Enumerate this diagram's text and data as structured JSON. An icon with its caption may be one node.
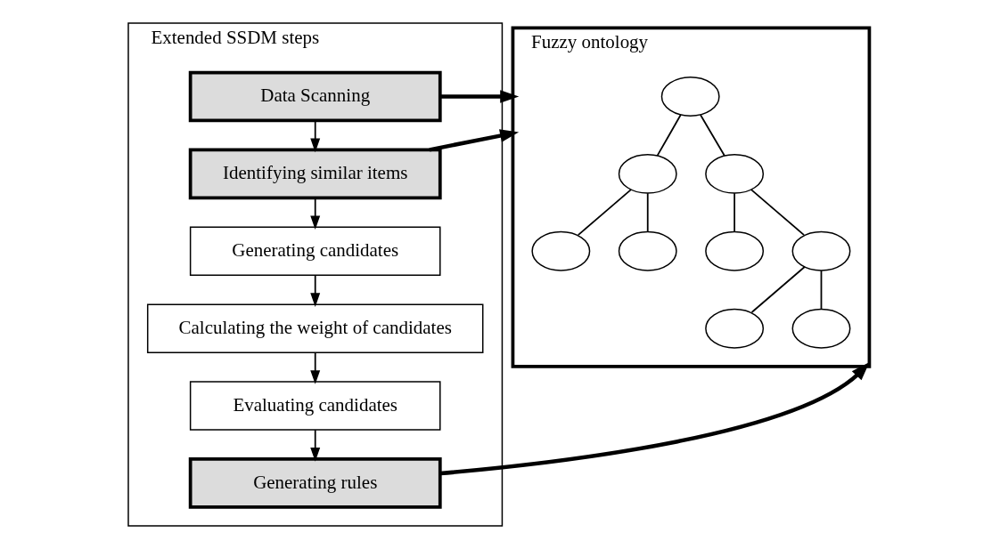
{
  "diagram": {
    "nodes": [
      {
        "text": [
          "Extended SSDM steps"
        ]
      },
      {
        "text": [
          "Data Scanning"
        ],
        "in": 0
      },
      {
        "text": [
          "Identifying similar items"
        ],
        "in": 0
      },
      {
        "text": [
          "Generating candidates"
        ],
        "in": 0
      },
      {
        "text": [
          "Calculating the weight of candidates"
        ],
        "in": 0
      },
      {
        "text": [
          "Evaluating candidates"
        ],
        "in": 0
      },
      {
        "text": [
          "Generating rules"
        ],
        "in": 0
      },
      {
        "text": [
          "Fuzzy ontology"
        ]
      },
      {
        "text": [],
        "shape": "ellipse",
        "in": 7
      },
      {
        "text": [],
        "shape": "ellipse",
        "in": 7
      },
      {
        "text": [],
        "shape": "ellipse",
        "in": 7
      },
      {
        "text": [],
        "shape": "ellipse",
        "in": 7
      },
      {
        "text": [],
        "shape": "ellipse",
        "in": 7
      },
      {
        "text": [],
        "shape": "ellipse",
        "in": 7
      },
      {
        "text": [],
        "shape": "ellipse",
        "in": 7
      },
      {
        "text": [],
        "shape": "ellipse",
        "in": 7
      },
      {
        "text": [],
        "shape": "ellipse",
        "in": 7
      }
    ],
    "edges": [
      {
        "from": 1,
        "to": 2,
        "arrow": "to"
      },
      {
        "from": 2,
        "to": 3,
        "arrow": "to"
      },
      {
        "from": 3,
        "to": 4,
        "arrow": "to"
      },
      {
        "from": 4,
        "to": 5,
        "arrow": "to"
      },
      {
        "from": 5,
        "to": 6,
        "arrow": "to"
      },
      {
        "from": 1,
        "to": 7,
        "arrow": "to",
        "style": "thick"
      },
      {
        "from": 2,
        "to": 7,
        "arrow": "to",
        "style": "thick"
      },
      {
        "from": 6,
        "to": 7,
        "arrow": "to",
        "style": "thick"
      },
      {
        "from": 8,
        "to": 9,
        "arrow": "none"
      },
      {
        "from": 8,
        "to": 10,
        "arrow": "none"
      },
      {
        "from": 9,
        "to": 11,
        "arrow": "none"
      },
      {
        "from": 9,
        "to": 12,
        "arrow": "none"
      },
      {
        "from": 10,
        "to": 13,
        "arrow": "none"
      },
      {
        "from": 10,
        "to": 14,
        "arrow": "none"
      },
      {
        "from": 14,
        "to": 15,
        "arrow": "none"
      },
      {
        "from": 14,
        "to": 16,
        "arrow": "none"
      }
    ]
  }
}
